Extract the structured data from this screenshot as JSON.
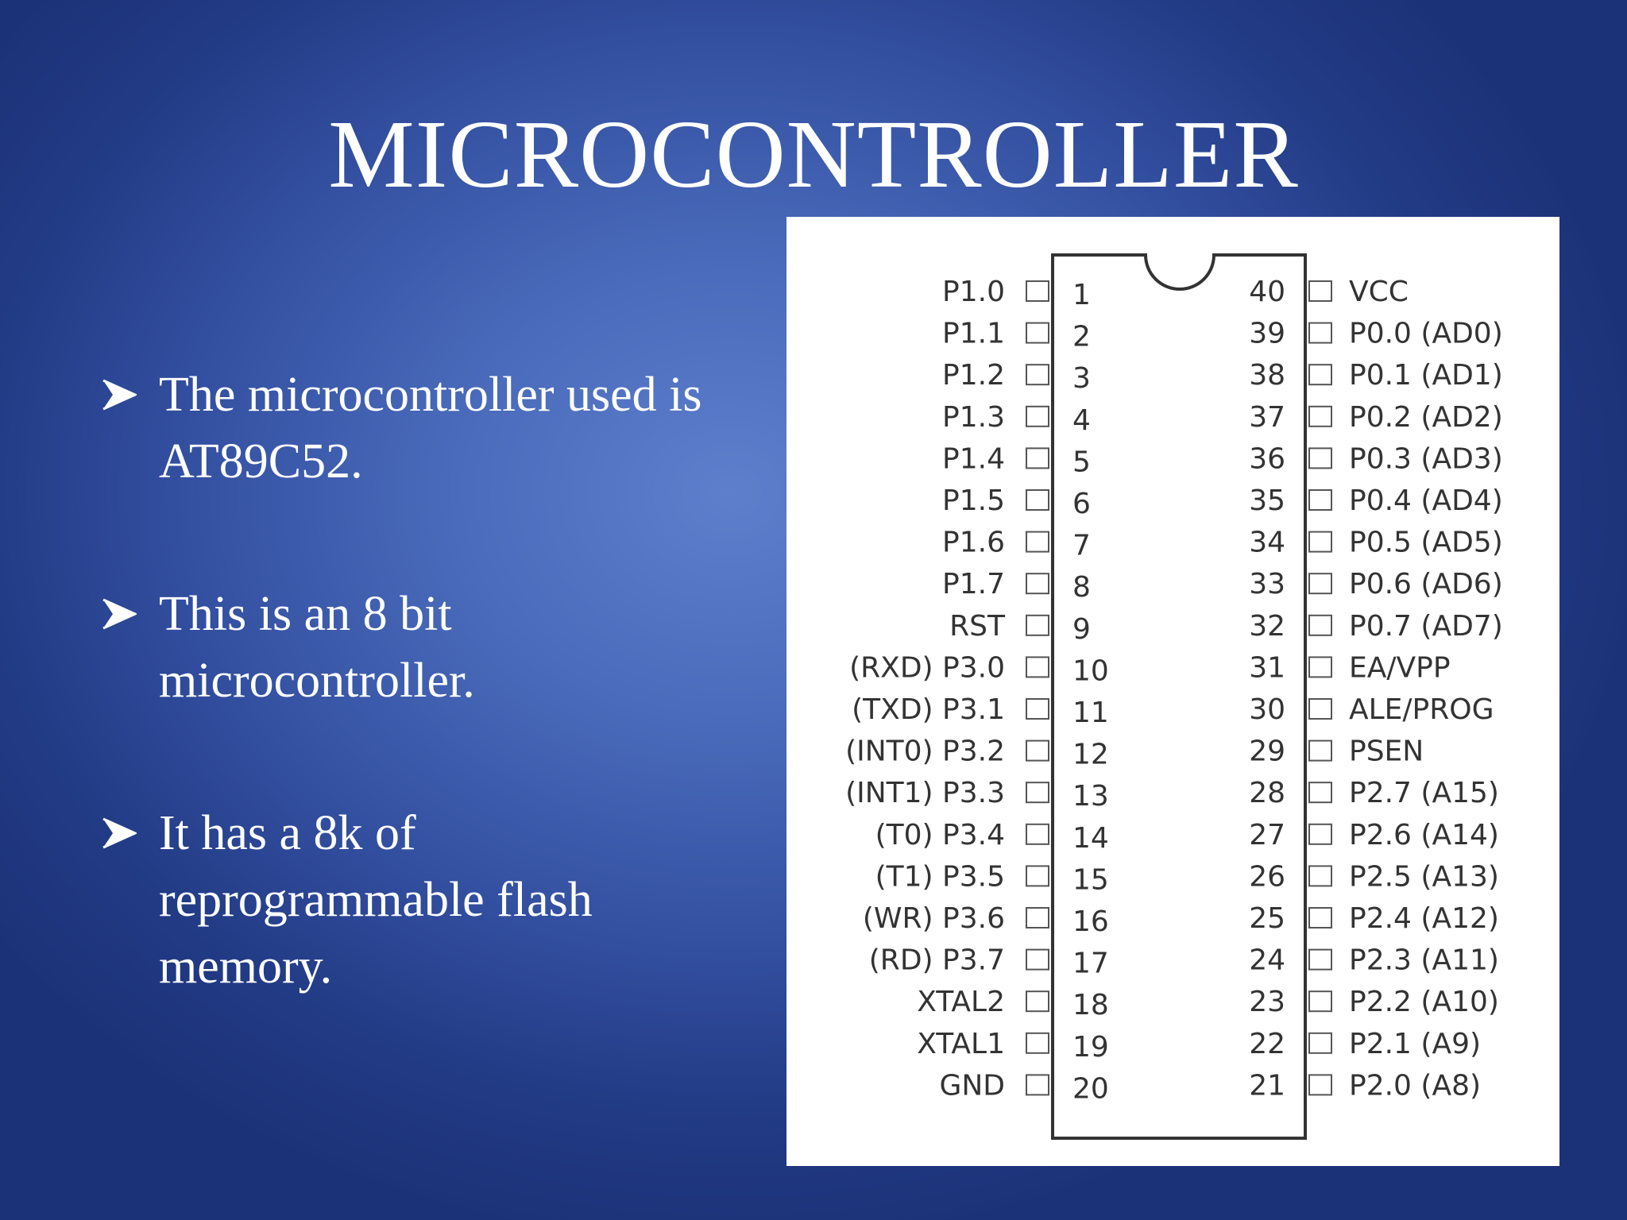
{
  "slide": {
    "title": "MICROCONTROLLER",
    "bullets": [
      {
        "text": "The microcontroller used is AT89C52."
      },
      {
        "text": "This is an 8 bit microcontroller."
      },
      {
        "text": "It has a 8k of reprogrammable flash memory."
      }
    ]
  },
  "pinout": {
    "left_pins": [
      {
        "num": "1",
        "label": "P1.0"
      },
      {
        "num": "2",
        "label": "P1.1"
      },
      {
        "num": "3",
        "label": "P1.2"
      },
      {
        "num": "4",
        "label": "P1.3"
      },
      {
        "num": "5",
        "label": "P1.4"
      },
      {
        "num": "6",
        "label": "P1.5"
      },
      {
        "num": "7",
        "label": "P1.6"
      },
      {
        "num": "8",
        "label": "P1.7"
      },
      {
        "num": "9",
        "label": "RST"
      },
      {
        "num": "10",
        "label": "(RXD) P3.0"
      },
      {
        "num": "11",
        "label": "(TXD) P3.1"
      },
      {
        "num": "12",
        "label": "(INT0) P3.2"
      },
      {
        "num": "13",
        "label": "(INT1) P3.3"
      },
      {
        "num": "14",
        "label": "(T0) P3.4"
      },
      {
        "num": "15",
        "label": "(T1) P3.5"
      },
      {
        "num": "16",
        "label": "(WR) P3.6"
      },
      {
        "num": "17",
        "label": "(RD) P3.7"
      },
      {
        "num": "18",
        "label": "XTAL2"
      },
      {
        "num": "19",
        "label": "XTAL1"
      },
      {
        "num": "20",
        "label": "GND"
      }
    ],
    "right_pins": [
      {
        "num": "40",
        "label": "VCC"
      },
      {
        "num": "39",
        "label": "P0.0 (AD0)"
      },
      {
        "num": "38",
        "label": "P0.1 (AD1)"
      },
      {
        "num": "37",
        "label": "P0.2 (AD2)"
      },
      {
        "num": "36",
        "label": "P0.3 (AD3)"
      },
      {
        "num": "35",
        "label": "P0.4 (AD4)"
      },
      {
        "num": "34",
        "label": "P0.5 (AD5)"
      },
      {
        "num": "33",
        "label": "P0.6 (AD6)"
      },
      {
        "num": "32",
        "label": "P0.7 (AD7)"
      },
      {
        "num": "31",
        "label": "EA/VPP"
      },
      {
        "num": "30",
        "label": "ALE/PROG"
      },
      {
        "num": "29",
        "label": "PSEN"
      },
      {
        "num": "28",
        "label": "P2.7 (A15)"
      },
      {
        "num": "27",
        "label": "P2.6 (A14)"
      },
      {
        "num": "26",
        "label": "P2.5 (A13)"
      },
      {
        "num": "25",
        "label": "P2.4 (A12)"
      },
      {
        "num": "24",
        "label": "P2.3 (A11)"
      },
      {
        "num": "23",
        "label": "P2.2 (A10)"
      },
      {
        "num": "22",
        "label": "P2.1 (A9)"
      },
      {
        "num": "21",
        "label": "P2.0 (A8)"
      }
    ]
  }
}
